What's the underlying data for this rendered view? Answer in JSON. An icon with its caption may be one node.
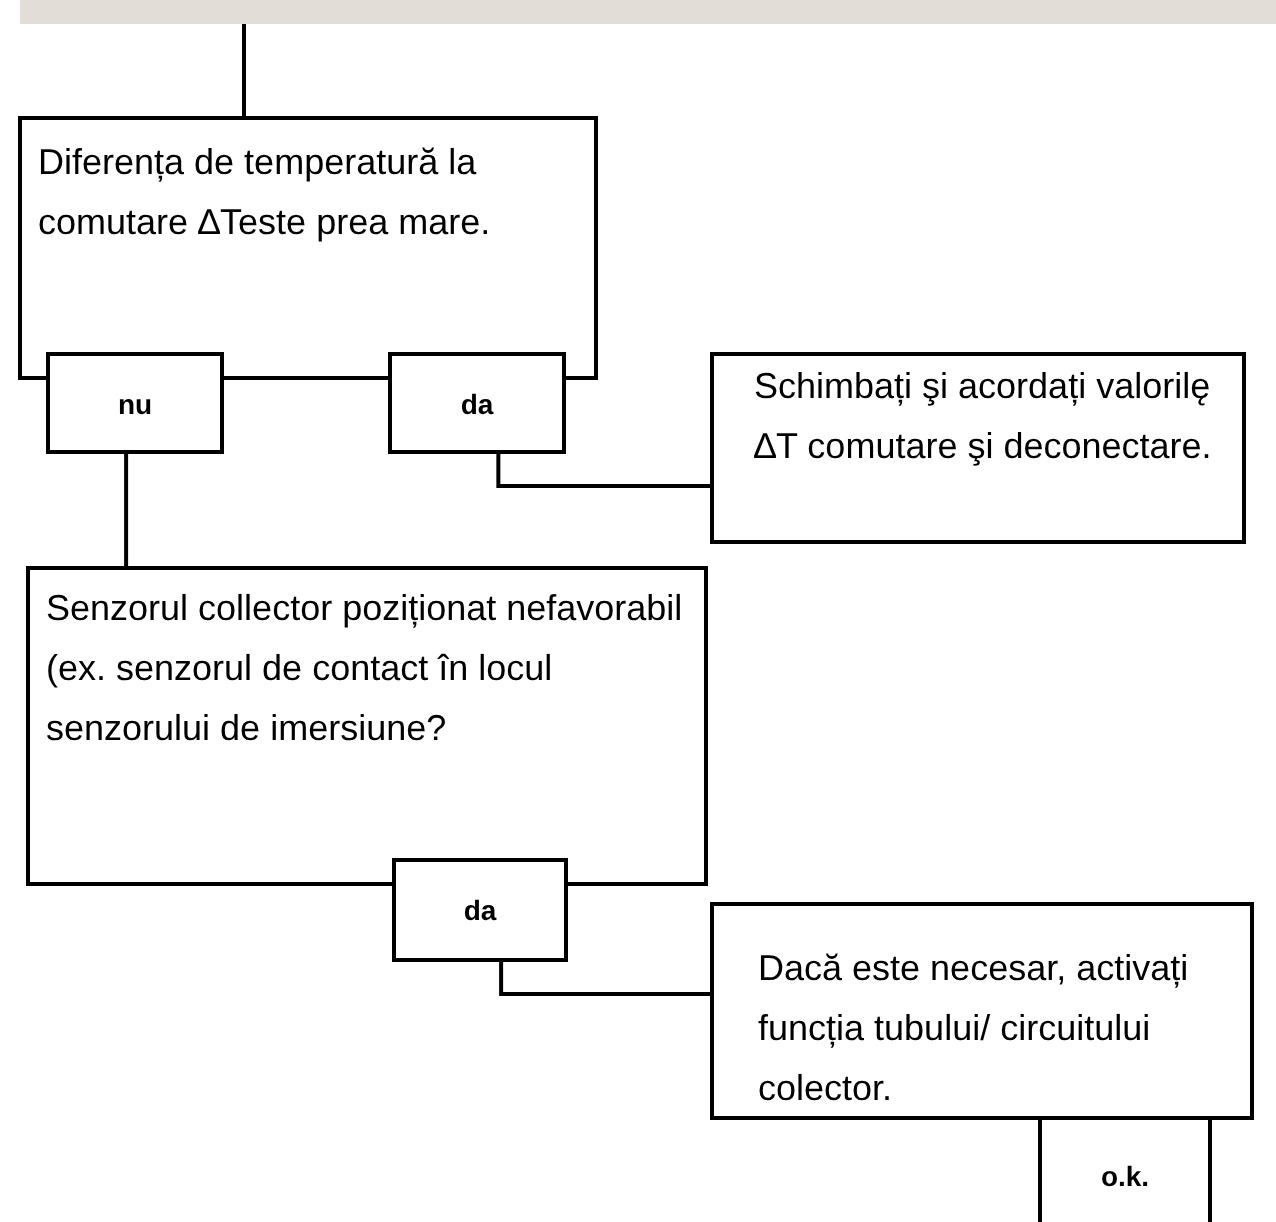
{
  "diagram": {
    "nodes": [
      {
        "text": [],
        "shape": "bar"
      },
      {
        "text": [
          "Diferența de temperatură la comutare ∆Teste prea mare."
        ]
      },
      {
        "text": [
          "nu"
        ]
      },
      {
        "text": [
          "da"
        ]
      },
      {
        "text": [
          "Schimbați şi acordați valorilę ∆T comutare şi deconectare."
        ]
      },
      {
        "text": [
          "Senzorul collector poziționat nefavorabil (ex. senzorul de contact în locul senzorului de imersiune?"
        ]
      },
      {
        "text": [
          "da"
        ]
      },
      {
        "text": [
          "Dacă este necesar, activați funcția tubului/ circuitului colector."
        ]
      },
      {
        "text": [
          "o.k."
        ]
      }
    ],
    "edges": [
      {
        "from": 0,
        "to": 1,
        "arrow": "none"
      },
      {
        "from": 2,
        "to": 5,
        "arrow": "none"
      },
      {
        "from": 3,
        "to": 4,
        "arrow": "none"
      },
      {
        "from": 6,
        "to": 7,
        "arrow": "none"
      }
    ]
  }
}
